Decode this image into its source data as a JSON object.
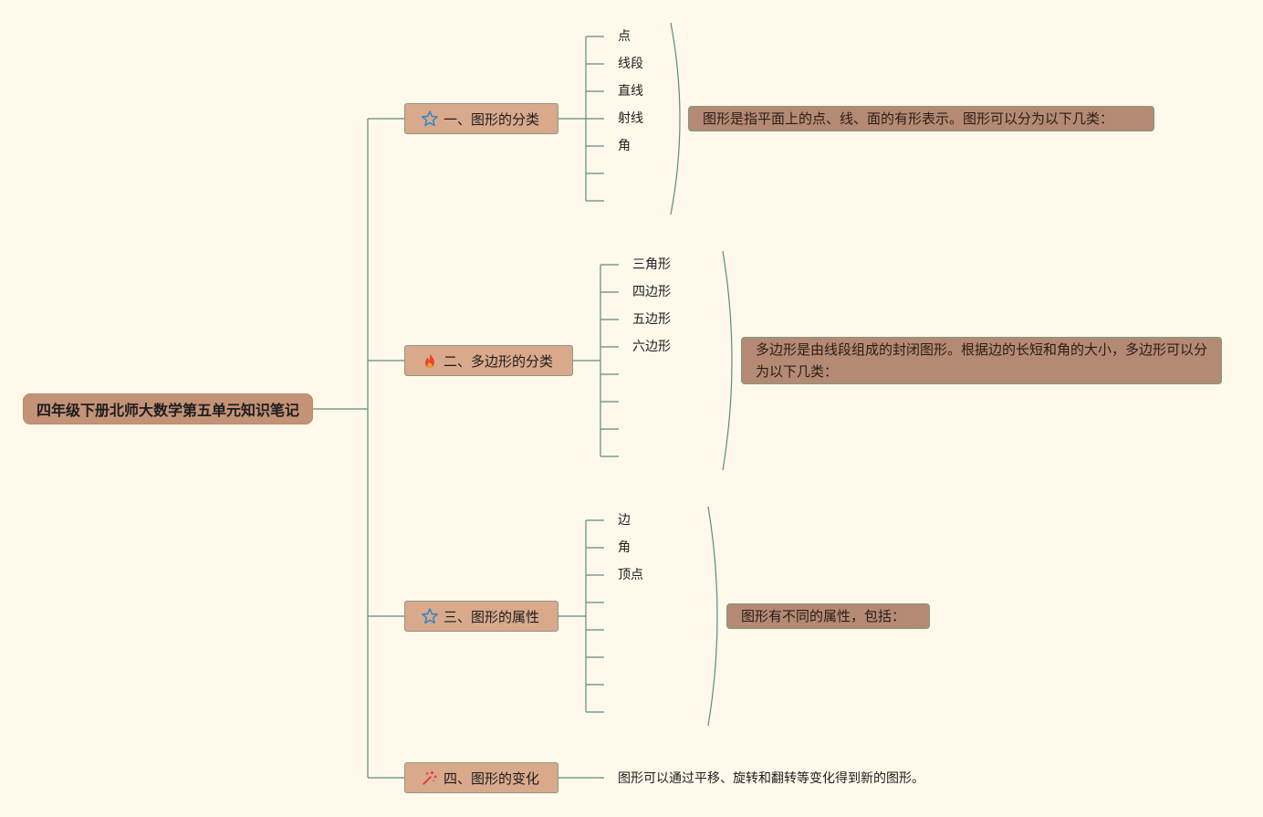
{
  "root": {
    "label": "四年级下册北师大数学第五单元知识笔记"
  },
  "topics": [
    {
      "label": "一、图形的分类",
      "icon": "star-icon",
      "note": "图形是指平面上的点、线、面的有形表示。图形可以分为以下几类：",
      "items": [
        "点",
        "线段",
        "直线",
        "射线",
        "角"
      ]
    },
    {
      "label": "二、多边形的分类",
      "icon": "fire-icon",
      "note": "多边形是由线段组成的封闭图形。根据边的长短和角的大小，多边形可以分为以下几类：",
      "items": [
        "三角形",
        "四边形",
        "五边形",
        "六边形"
      ]
    },
    {
      "label": "三、图形的属性",
      "icon": "star-icon",
      "note": "图形有不同的属性，包括：",
      "items": [
        "边",
        "角",
        "顶点"
      ]
    },
    {
      "label": "四、图形的变化",
      "icon": "magic-wand-icon",
      "detail": "图形可以通过平移、旋转和翻转等变化得到新的图形。"
    }
  ],
  "colors": {
    "background": "#fef9ea",
    "line": "#5f8c80",
    "root_fill": "#c49277",
    "topic_fill": "#d9a98c",
    "note_fill": "#b58a74",
    "star_icon": "#2f86c7",
    "fire_icon": "#e8462b",
    "wand_icon": "#e03a4a"
  }
}
